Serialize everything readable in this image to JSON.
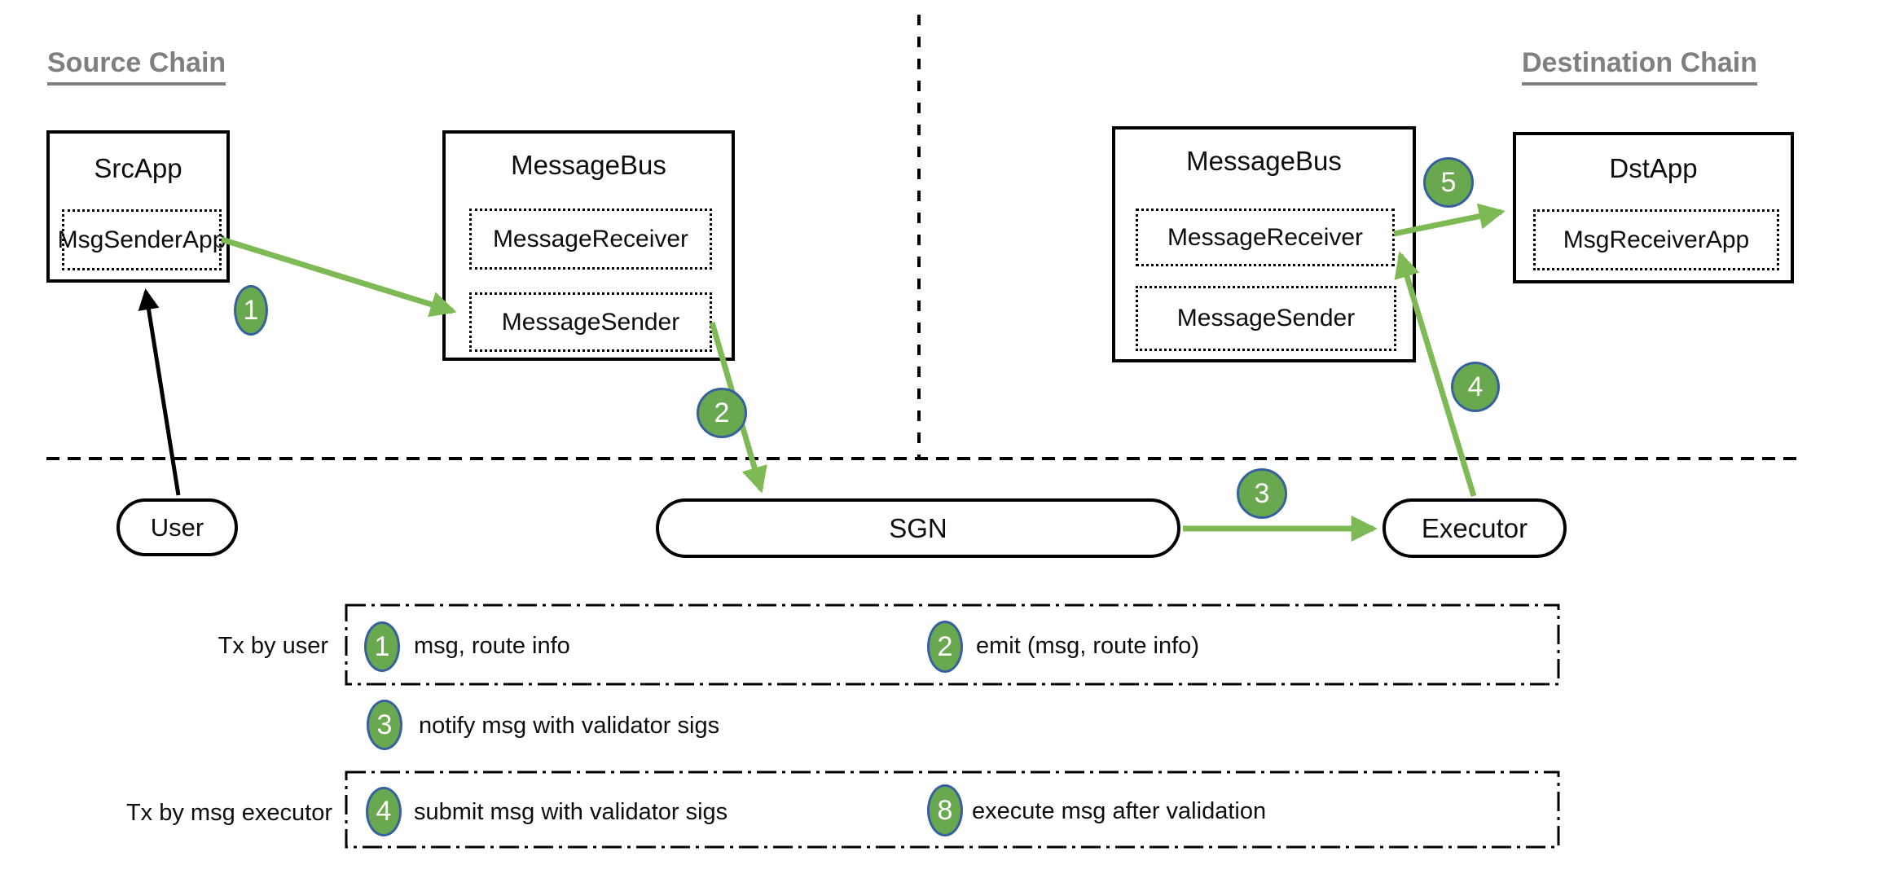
{
  "source_chain": {
    "heading": "Source Chain",
    "src_app": {
      "title": "SrcApp",
      "component": "MsgSenderApp"
    },
    "message_bus": {
      "title": "MessageBus",
      "components": [
        "MessageReceiver",
        "MessageSender"
      ]
    }
  },
  "destination_chain": {
    "heading": "Destination Chain",
    "message_bus": {
      "title": "MessageBus",
      "components": [
        "MessageReceiver",
        "MessageSender"
      ]
    },
    "dst_app": {
      "title": "DstApp",
      "component": "MsgReceiverApp"
    }
  },
  "offchain": {
    "user": "User",
    "sgn": "SGN",
    "executor": "Executor"
  },
  "flow_badges": [
    "1",
    "2",
    "3",
    "4",
    "5"
  ],
  "legend": {
    "row1_label": "Tx by user",
    "row2_label": "Tx by msg executor",
    "steps": [
      {
        "num": "1",
        "text": "msg, route info"
      },
      {
        "num": "2",
        "text": "emit (msg, route info)"
      },
      {
        "num": "3",
        "text": "notify msg with validator sigs"
      },
      {
        "num": "4",
        "text": "submit msg with validator sigs"
      },
      {
        "num": "8",
        "text": "execute msg after validation"
      }
    ]
  },
  "colors": {
    "badge_fill": "#6aa84f",
    "badge_border": "#36619e",
    "arrow_green": "#7db954",
    "heading_gray": "#7f7f7f"
  }
}
